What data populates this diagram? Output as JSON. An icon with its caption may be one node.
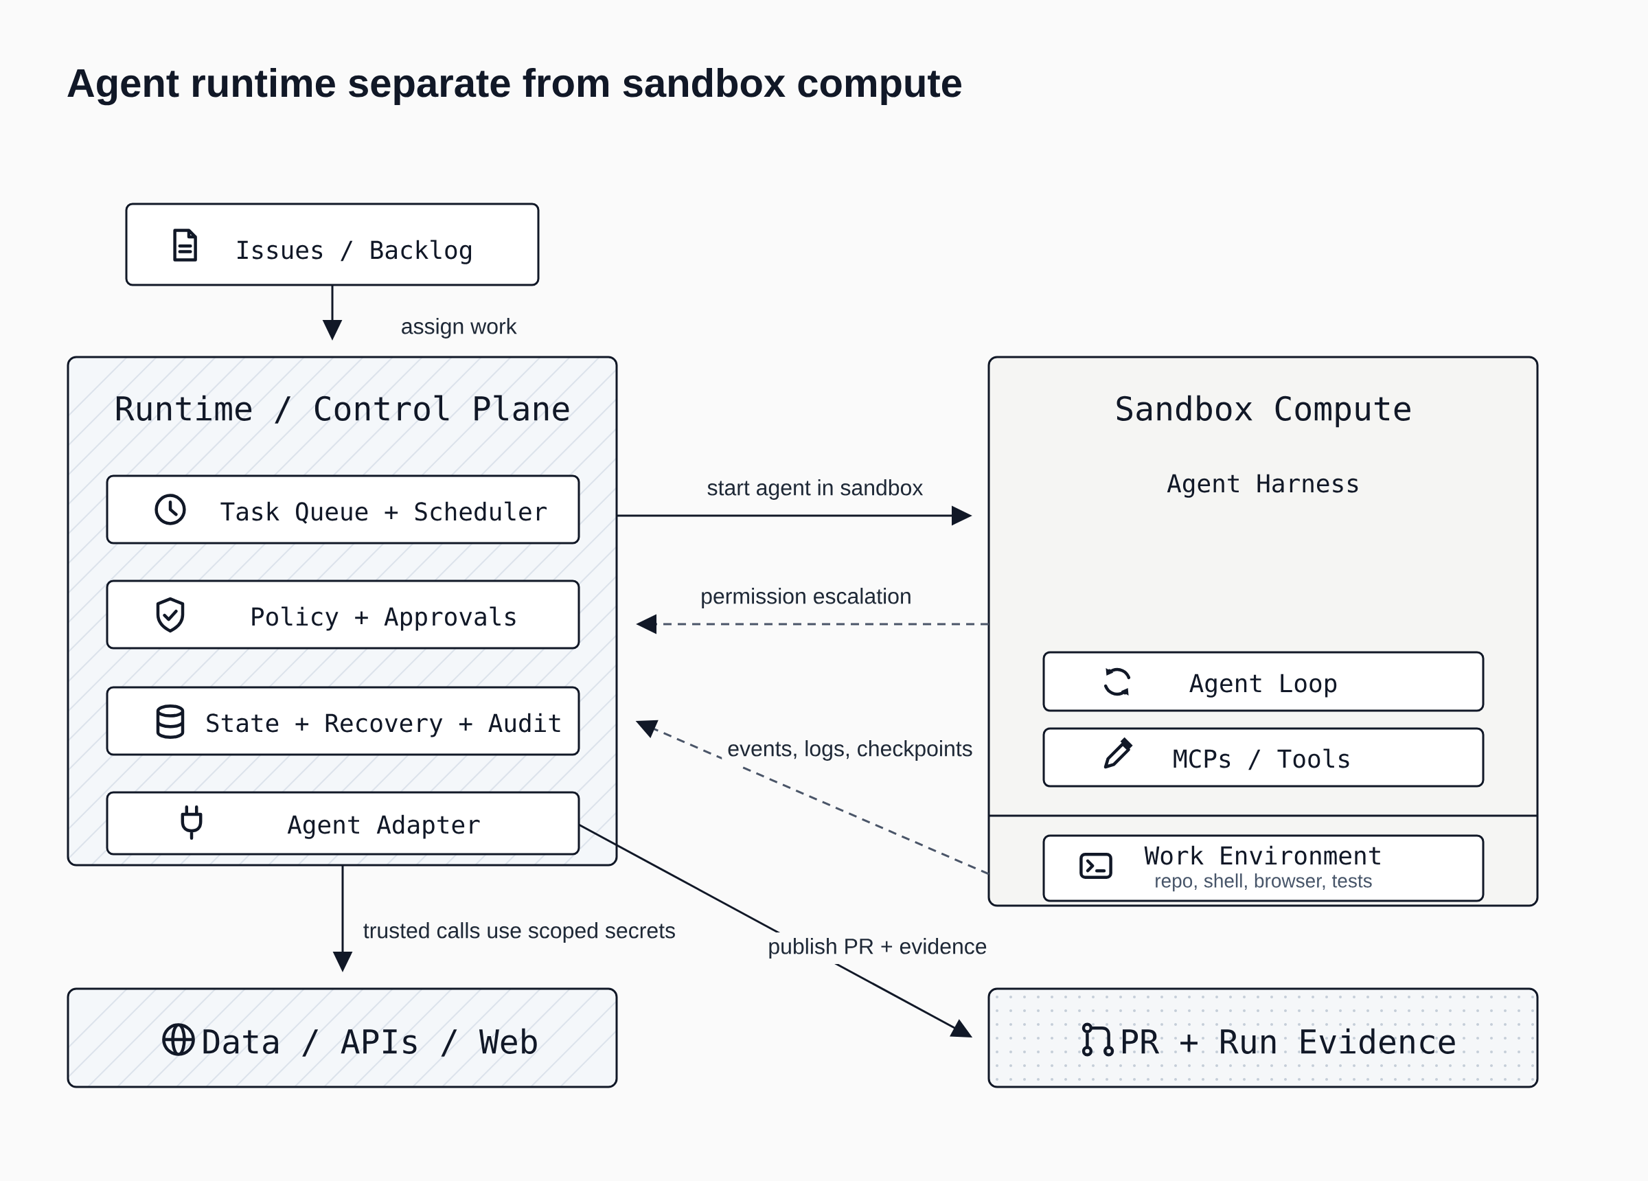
{
  "diagram": {
    "title": "Agent runtime separate from sandbox compute",
    "nodes": [
      {
        "text": [
          "Issues / Backlog"
        ]
      },
      {
        "text": [
          "Runtime / Control Plane"
        ]
      },
      {
        "text": [
          "Task Queue + Scheduler"
        ],
        "in": 1
      },
      {
        "text": [
          "Policy + Approvals"
        ],
        "in": 1
      },
      {
        "text": [
          "State + Recovery + Audit"
        ],
        "in": 1
      },
      {
        "text": [
          "Agent Adapter"
        ],
        "in": 1
      },
      {
        "text": [
          "Sandbox Compute",
          "Agent Harness"
        ]
      },
      {
        "text": [
          "Agent Loop"
        ],
        "in": 6
      },
      {
        "text": [
          "MCPs / Tools"
        ],
        "in": 6
      },
      {
        "text": [
          "Work Environment",
          "repo, shell, browser, tests"
        ],
        "in": 6
      },
      {
        "text": [
          "Data / APIs / Web"
        ]
      },
      {
        "text": [
          "PR + Run Evidence"
        ]
      }
    ],
    "edges": [
      {
        "from": 0,
        "to": 1,
        "arrow": "to",
        "label": "assign work"
      },
      {
        "from": 1,
        "to": 6,
        "arrow": "to",
        "label": "start agent in sandbox"
      },
      {
        "from": 6,
        "to": 1,
        "arrow": "to",
        "label": "permission escalation",
        "style": "dashed",
        "color": "#4a5568"
      },
      {
        "from": 6,
        "to": 1,
        "arrow": "to",
        "label": "events, logs, checkpoints",
        "style": "dashed",
        "color": "#4a5568"
      },
      {
        "from": 5,
        "to": 11,
        "arrow": "to",
        "label": "publish PR + evidence"
      },
      {
        "from": 1,
        "to": 10,
        "arrow": "to",
        "label": "trusted calls use scoped secrets"
      }
    ]
  }
}
